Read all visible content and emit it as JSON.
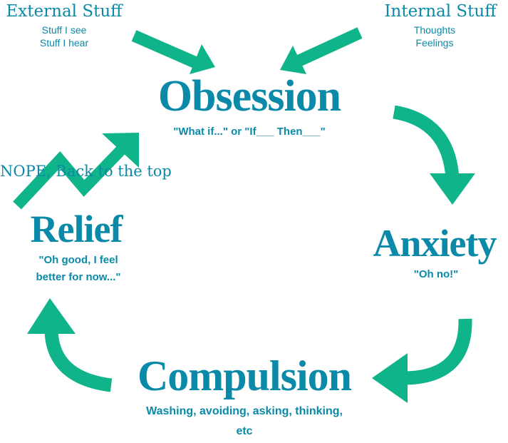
{
  "colors": {
    "text": "#0a8aa8",
    "arrow": "#10b48a"
  },
  "external": {
    "title": "External Stuff",
    "lines": [
      "Stuff I see",
      "Stuff I hear"
    ]
  },
  "internal": {
    "title": "Internal Stuff",
    "lines": [
      "Thoughts",
      "Feelings"
    ]
  },
  "obsession": {
    "title": "Obsession",
    "subtitle": "\"What if...\" or \"If___ Then___\""
  },
  "anxiety": {
    "title": "Anxiety",
    "subtitle": "\"Oh no!\""
  },
  "compulsion": {
    "title": "Compulsion",
    "lines": [
      "Washing, avoiding, asking, thinking,",
      "etc"
    ]
  },
  "relief": {
    "title": "Relief",
    "lines": [
      "\"Oh good, I feel",
      "better for now...\""
    ]
  },
  "nope": "NOPE, Back to the top"
}
